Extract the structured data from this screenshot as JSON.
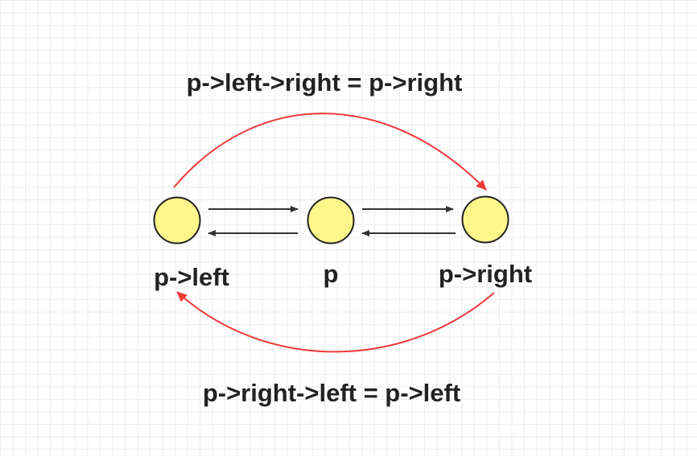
{
  "diagram": {
    "top_equation": "p->left->right = p->right",
    "bottom_equation": "p->right->left = p->left",
    "nodes": [
      {
        "id": "left",
        "label": "p->left"
      },
      {
        "id": "center",
        "label": "p"
      },
      {
        "id": "right",
        "label": "p->right"
      }
    ],
    "edges": [
      {
        "from": "left",
        "to": "center",
        "kind": "next"
      },
      {
        "from": "center",
        "to": "left",
        "kind": "prev"
      },
      {
        "from": "center",
        "to": "right",
        "kind": "next"
      },
      {
        "from": "right",
        "to": "center",
        "kind": "prev"
      },
      {
        "from": "left",
        "to": "right",
        "kind": "relink"
      },
      {
        "from": "right",
        "to": "left",
        "kind": "relink"
      }
    ],
    "colors": {
      "node_fill": "#fdf78c",
      "node_stroke": "#222222",
      "arrow": "#333333",
      "relink_arrow": "#ef3a3a",
      "text": "#222222"
    }
  }
}
